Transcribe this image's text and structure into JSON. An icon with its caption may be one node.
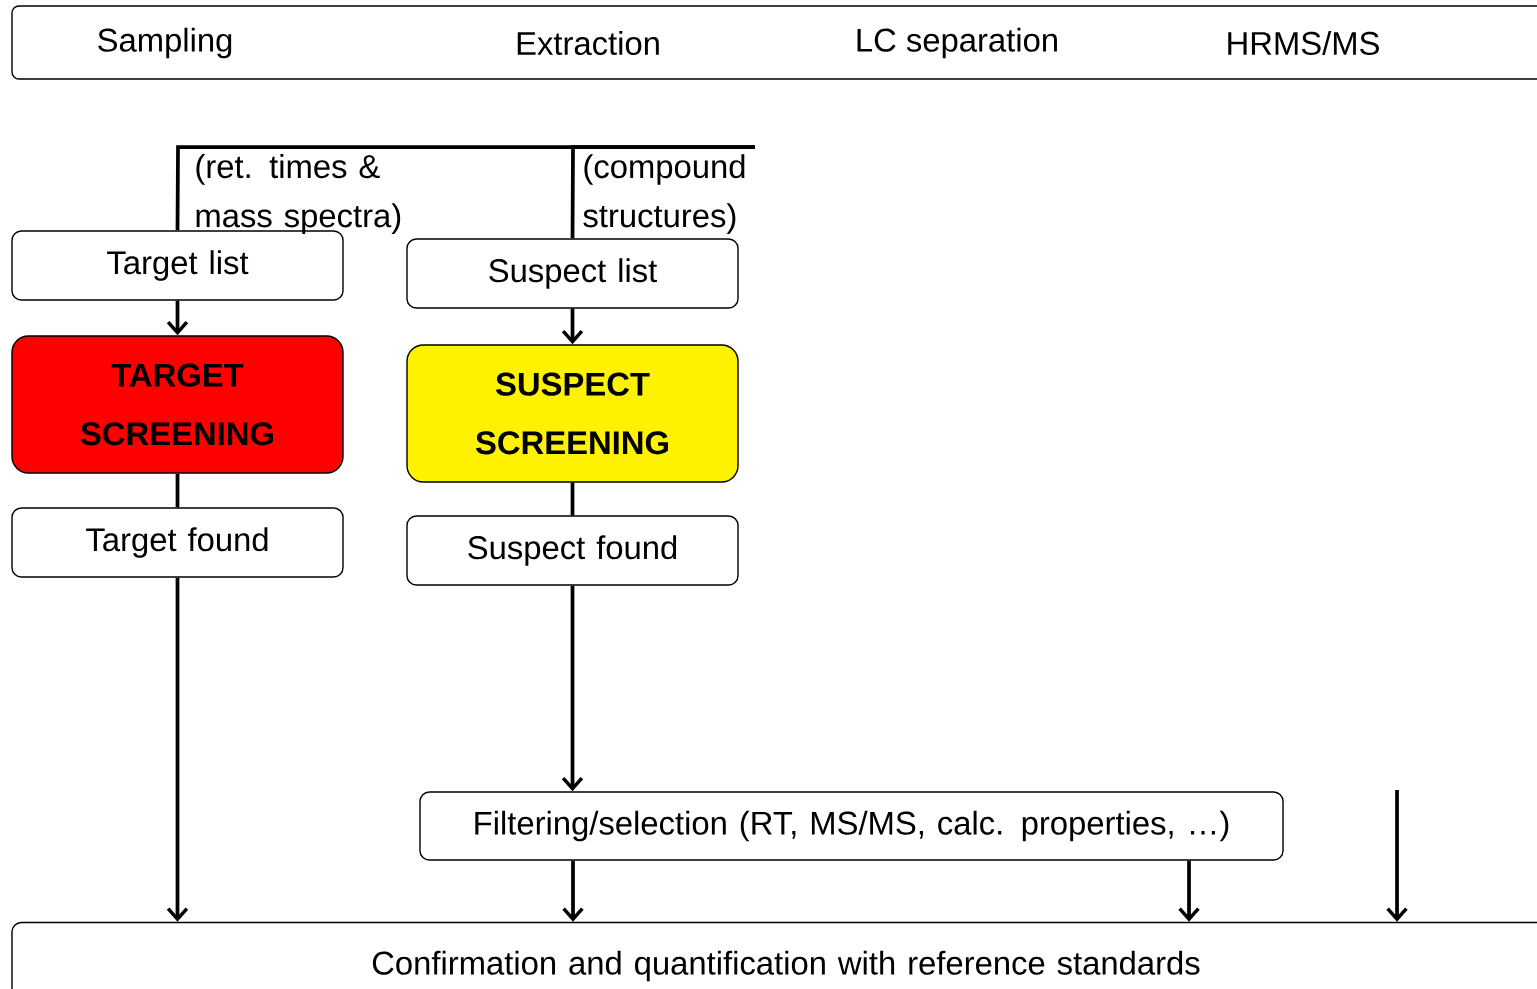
{
  "diagram": {
    "nodes": [
      {
        "text": [
          "Sampling",
          "Extraction",
          "LC separation",
          "HRMS/MS"
        ]
      },
      {
        "text": [
          "Target list"
        ]
      },
      {
        "text": [
          "TARGET SCREENING"
        ]
      },
      {
        "text": [
          "Target found"
        ]
      },
      {
        "text": [
          "Suspect list"
        ]
      },
      {
        "text": [
          "SUSPECT SCREENING"
        ]
      },
      {
        "text": [
          "Suspect found"
        ]
      },
      {
        "text": [
          "Filtering/selection (RT, MS/MS, calc. properties, …)"
        ]
      },
      {
        "text": [
          "Confirmation and quantification with reference standards"
        ]
      }
    ],
    "edges": [
      {
        "from": null,
        "to": 1,
        "arrow": "none",
        "label": "(ret. times & mass spectra)"
      },
      {
        "from": null,
        "to": 4,
        "arrow": "none",
        "label": "(compound structures)"
      },
      {
        "from": 1,
        "to": 2,
        "arrow": "to"
      },
      {
        "from": 2,
        "to": 3,
        "arrow": "none"
      },
      {
        "from": 3,
        "to": 8,
        "arrow": "to"
      },
      {
        "from": 4,
        "to": 5,
        "arrow": "to"
      },
      {
        "from": 5,
        "to": 6,
        "arrow": "none"
      },
      {
        "from": 6,
        "to": 7,
        "arrow": "to"
      },
      {
        "from": 7,
        "to": 8,
        "arrow": "to"
      },
      {
        "from": 7,
        "to": 8,
        "arrow": "to"
      },
      {
        "from": null,
        "to": 8,
        "arrow": "to"
      }
    ]
  }
}
